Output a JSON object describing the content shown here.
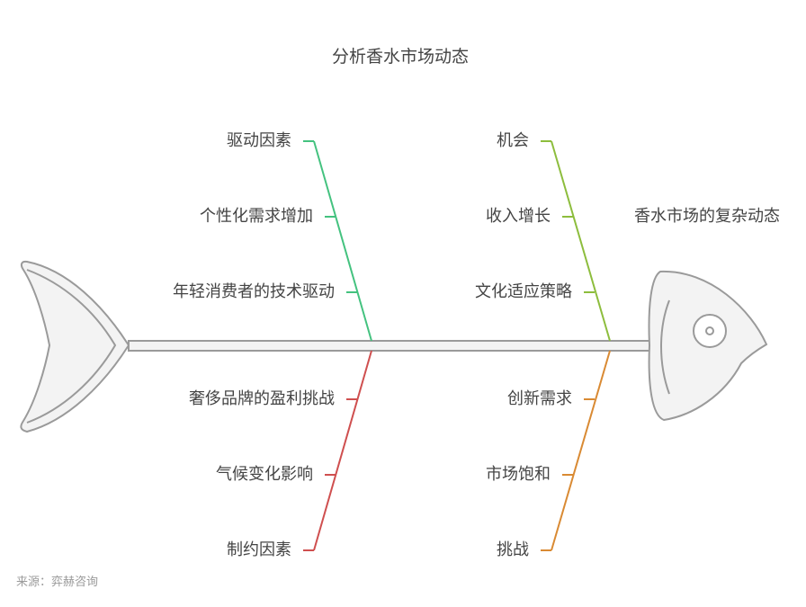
{
  "title": "分析香水市场动态",
  "head_label": "香水市场的复杂动态",
  "source": "来源：弈赫咨询",
  "colors": {
    "drivers": "#44c27f",
    "constraints": "#cf4f4f",
    "opportunities": "#8dbd3d",
    "challenges": "#d98a33",
    "fish": "#9a9a9a",
    "fish_fill": "#f3f3f3"
  },
  "branches": {
    "drivers": {
      "title": "驱动因素",
      "items": [
        "个性化需求增加",
        "年轻消费者的技术驱动"
      ]
    },
    "constraints": {
      "title": "制约因素",
      "items": [
        "奢侈品牌的盈利挑战",
        "气候变化影响"
      ]
    },
    "opportunities": {
      "title": "机会",
      "items": [
        "收入增长",
        "文化适应策略"
      ]
    },
    "challenges": {
      "title": "挑战",
      "items": [
        "创新需求",
        "市场饱和"
      ]
    }
  }
}
